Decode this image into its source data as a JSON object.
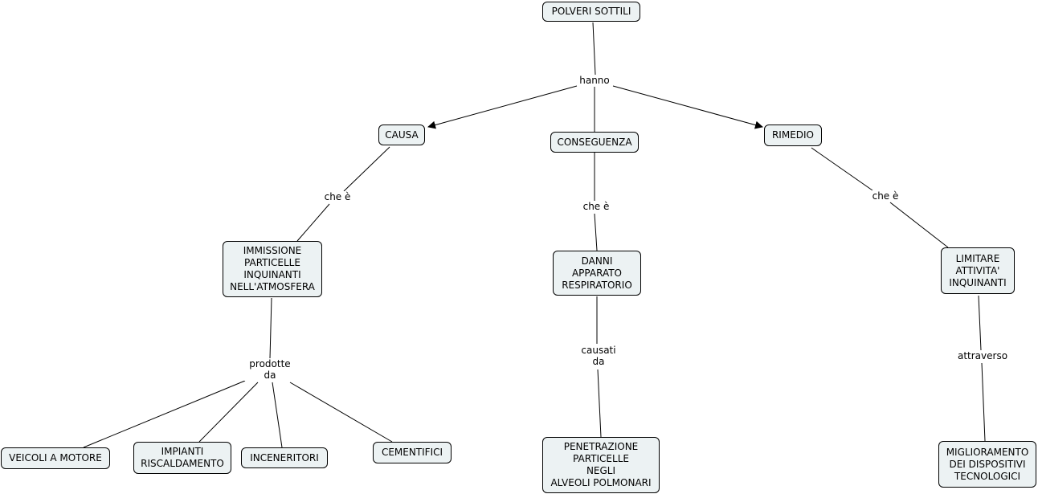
{
  "nodes": {
    "root": "POLVERI SOTTILI",
    "causa": "CAUSA",
    "conseguenza": "CONSEGUENZA",
    "rimedio": "RIMEDIO",
    "immissione": "IMMISSIONE\nPARTICELLE\nINQUINANTI\nNELL'ATMOSFERA",
    "danni": "DANNI\nAPPARATO\nRESPIRATORIO",
    "limitare": "LIMITARE\nATTIVITA'\nINQUINANTI",
    "veicoli": "VEICOLI A MOTORE",
    "impianti": "IMPIANTI\nRISCALDAMENTO",
    "inceneritori": "INCENERITORI",
    "cementifici": "CEMENTIFICI",
    "penetrazione": "PENETRAZIONE\nPARTICELLE\nNEGLI\nALVEOLI POLMONARI",
    "miglioramento": "MIGLIORAMENTO\nDEI DISPOSITIVI\nTECNOLOGICI"
  },
  "links": {
    "hanno": "hanno",
    "che_e_causa": "che è",
    "che_e_conseguenza": "che è",
    "che_e_rimedio": "che è",
    "prodotte_da": "prodotte\nda",
    "causati_da": "causati\nda",
    "attraverso": "attraverso"
  },
  "colors": {
    "node_fill": "#ecf2f3",
    "line": "#000000",
    "background": "#ffffff"
  }
}
